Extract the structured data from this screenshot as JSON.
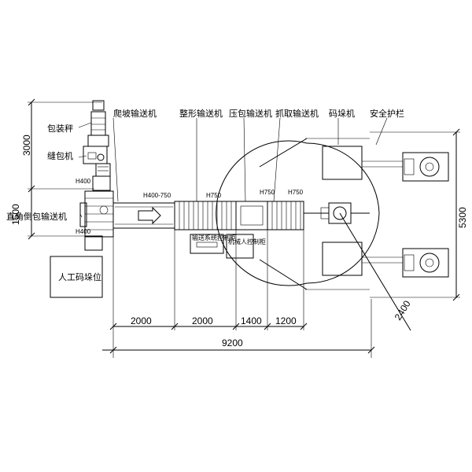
{
  "labels": {
    "bag_scale": "包装秤",
    "sewing": "缝包机",
    "climb": "爬坡输送机",
    "shaping": "整形输送机",
    "press": "压包输送机",
    "grab": "抓取输送机",
    "palletizer": "码垛机",
    "guardrail": "安全护栏",
    "right_angle": "直角倒包输送机",
    "manual": "人工码垛位",
    "control_cabinet": "输送系统控制柜",
    "robot_cabinet": "机械人控制柜"
  },
  "heights": {
    "h400_top": "H400",
    "h400_bot": "H400",
    "h400_750": "H400-750",
    "h750_a": "H750",
    "h750_b": "H750",
    "h750_c": "H750"
  },
  "dimensions": {
    "d3000": "3000",
    "d1500": "1500",
    "d2000a": "2000",
    "d2000b": "2000",
    "d1400": "1400",
    "d1200": "1200",
    "d9200": "9200",
    "d5300": "5300",
    "d2400": "2400"
  }
}
